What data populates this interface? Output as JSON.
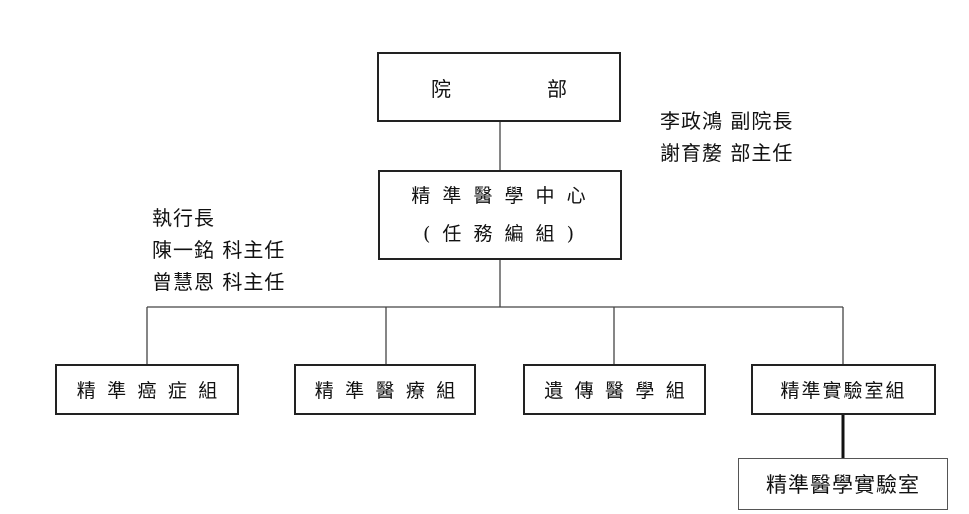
{
  "top": {
    "left": "院",
    "right": "部"
  },
  "center": {
    "line1": "精 準 醫 學 中 心",
    "line2": "( 任 務 編 組 )"
  },
  "notes_right": [
    "李政鴻 副院長",
    "謝育嫠 部主任"
  ],
  "notes_left": [
    "執行長",
    "陳一銘 科主任",
    "曾慧恩 科主任"
  ],
  "groups": [
    "精準癌症組",
    "精準醫療組",
    "遺傳醫學組",
    "精準實驗室組"
  ],
  "lab": "精準醫學實驗室"
}
